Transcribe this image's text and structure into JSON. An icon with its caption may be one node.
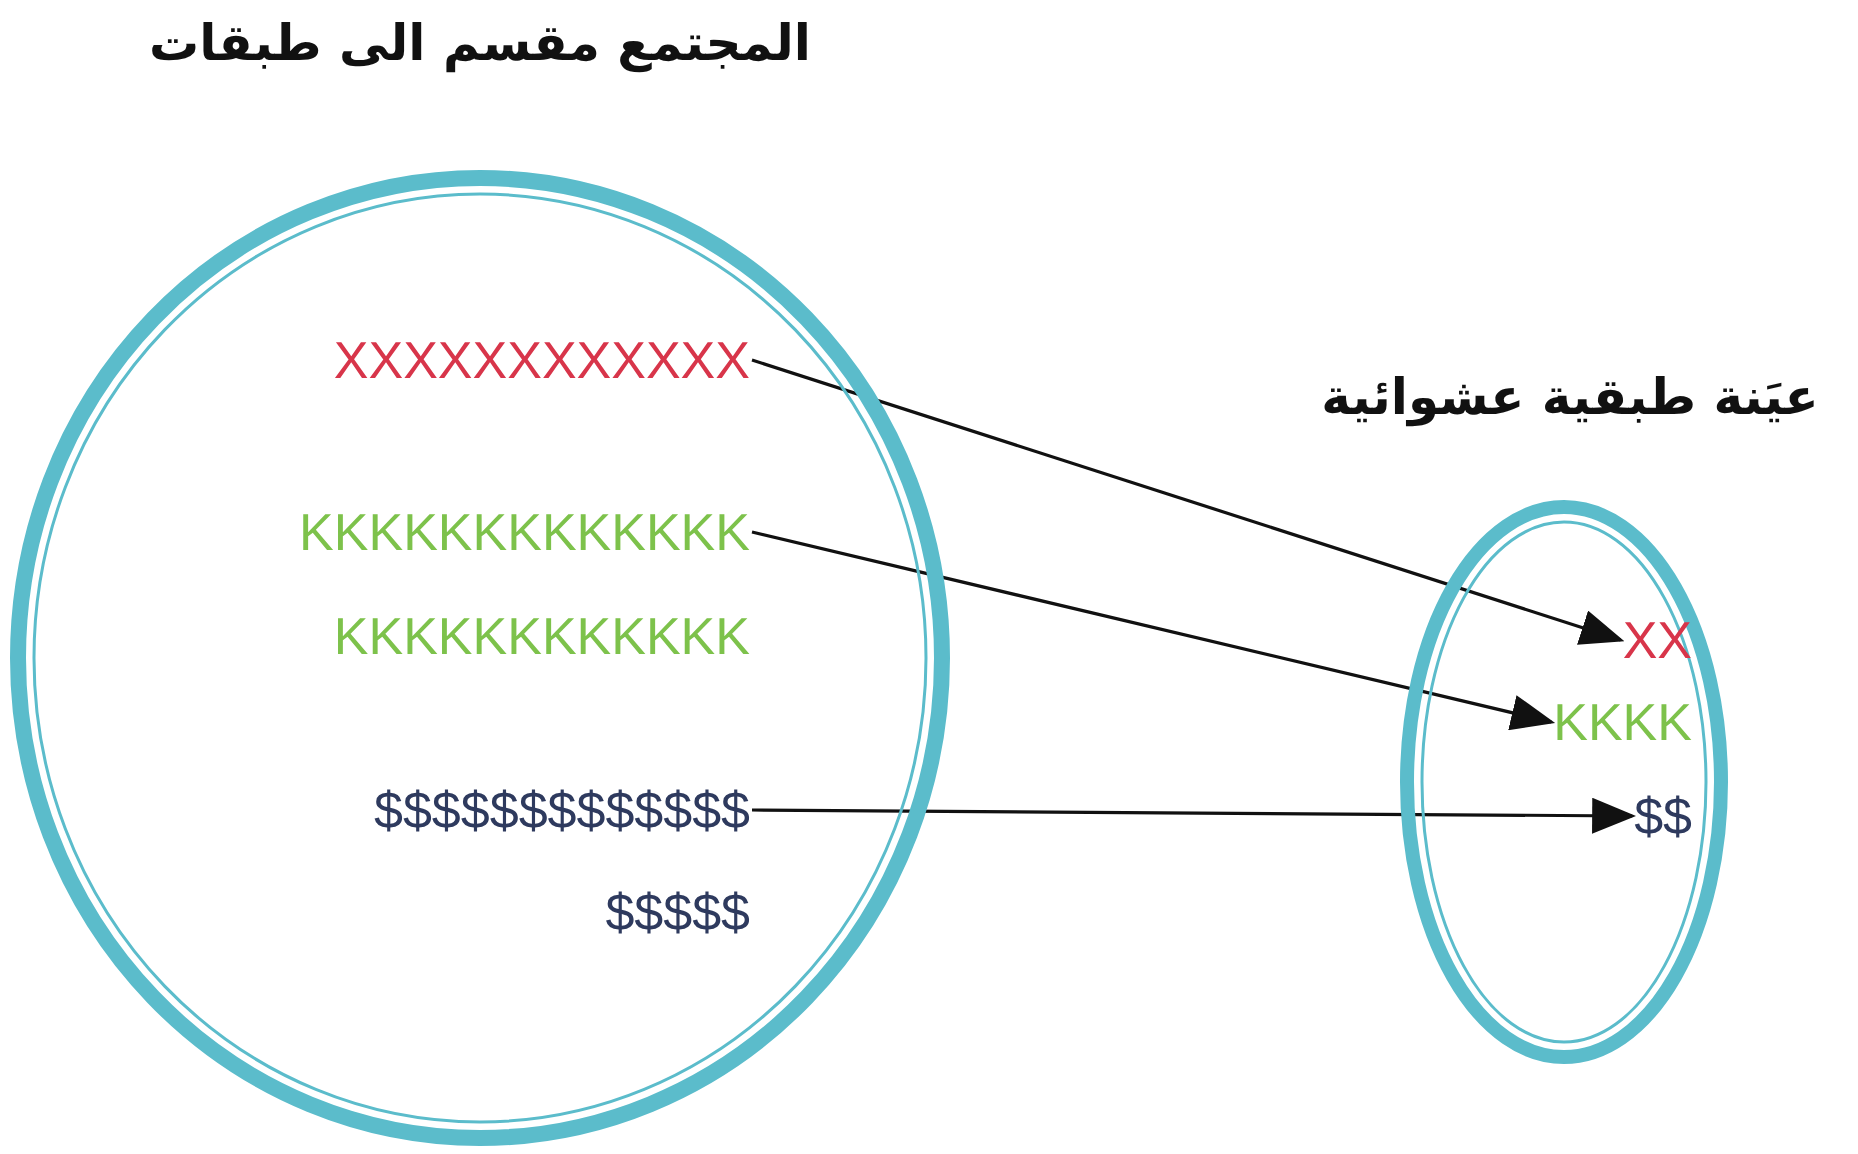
{
  "diagram": {
    "nodes": [
      {
        "text": [
          "المجتمع مقسم الى طبقات"
        ]
      },
      {
        "text": [
          "XXXXXXXXXXXX"
        ],
        "in": 0
      },
      {
        "text": [
          "KKKKKKKKKKKKK"
        ],
        "in": 0
      },
      {
        "text": [
          "KKKKKKKKKKKK"
        ],
        "in": 0
      },
      {
        "text": [
          "$$$$$$$$$$$$$"
        ],
        "in": 0
      },
      {
        "text": [
          "$$$$$"
        ],
        "in": 0
      },
      {
        "text": [
          "عيَنة طبقية عشوائية"
        ]
      },
      {
        "text": [
          "XX"
        ],
        "in": 6
      },
      {
        "text": [
          "KKKK"
        ],
        "in": 6
      },
      {
        "text": [
          "$$"
        ],
        "in": 6
      }
    ],
    "edges": [
      {
        "from": 1,
        "to": 7,
        "arrow": "to"
      },
      {
        "from": 2,
        "to": 8,
        "arrow": "to"
      },
      {
        "from": 4,
        "to": 9,
        "arrow": "to"
      }
    ]
  }
}
